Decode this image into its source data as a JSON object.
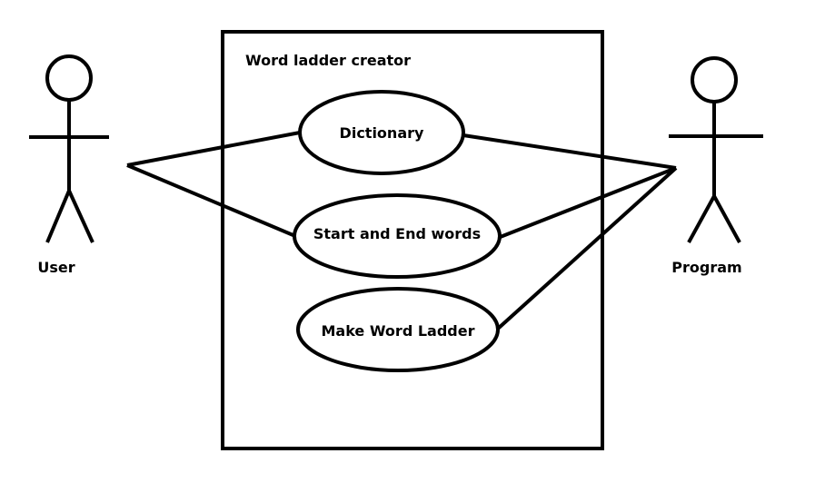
{
  "diagram": {
    "system": {
      "title": "Word ladder creator"
    },
    "actors": [
      {
        "name": "User"
      },
      {
        "name": "Program"
      }
    ],
    "use_cases": [
      {
        "label": "Dictionary"
      },
      {
        "label": "Start and End words"
      },
      {
        "label": "Make Word Ladder"
      }
    ],
    "associations": [
      {
        "actor": "User",
        "use_case": "Dictionary"
      },
      {
        "actor": "User",
        "use_case": "Start and End words"
      },
      {
        "actor": "Program",
        "use_case": "Dictionary"
      },
      {
        "actor": "Program",
        "use_case": "Start and End words"
      },
      {
        "actor": "Program",
        "use_case": "Make Word Ladder"
      }
    ]
  }
}
